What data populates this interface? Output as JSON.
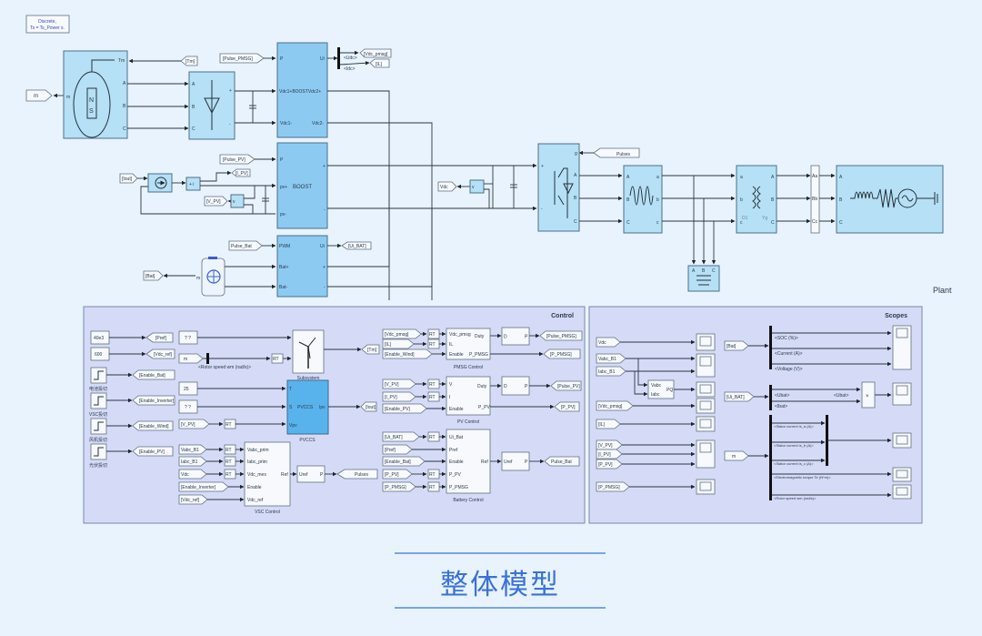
{
  "diagram": {
    "solver_block": {
      "line1": "Discrete,",
      "line2": "Ts = Ts_Power s."
    },
    "plant_label": "Plant",
    "pmsg": {
      "ports": {
        "tm": "Tm",
        "a": "A",
        "b": "B",
        "c": "C",
        "m": "m"
      },
      "tm_from": "[Tm]",
      "m_goto": "m"
    },
    "rectifier": {
      "ports": {
        "a": "A",
        "b": "B",
        "c": "C",
        "plus": "+",
        "minus": "-"
      }
    },
    "boost_pmsg": {
      "title": "Vdc1+BOOSTVdc2+",
      "ports": {
        "p": "P",
        "ui": "Ui",
        "vdc1m": "Vdc1-",
        "vdc2m": "Vdc2-"
      },
      "pulse_from": "[Pulse_PMSG]",
      "bus_out": {
        "udc": "<Udc>",
        "idc": "<Idc>"
      },
      "goto_vdc": "[Vdc_pmsg]",
      "goto_il": "[IL]"
    },
    "boost_pv": {
      "title": "BOOST",
      "ports": {
        "p": "P",
        "pvp": "pv+",
        "pvm": "pv-",
        "plus": "+",
        "minus": "-"
      },
      "pulse_from": "[Pulse_PV]",
      "iout_from": "[Iout]",
      "ipv_goto": "[I_PV]",
      "vpv_goto": "[V_PV]"
    },
    "battery_conv": {
      "ports": {
        "pwm": "PWM",
        "ui": "Ui",
        "batp": "Bat+",
        "batm": "Bat-",
        "plus": "+",
        "minus": "-"
      },
      "pulse_from": "Pulse_Bat",
      "ui_goto": "[Ui_BAT]",
      "bat_goto": "[Bat]",
      "battery_m": "m"
    },
    "dc_link": {
      "vdc_goto": "Vdc"
    },
    "inverter": {
      "pulses_from": "Pulses",
      "ports": {
        "g": "g",
        "a": "A",
        "b": "B",
        "c": "C",
        "plus": "+",
        "minus": "-"
      }
    },
    "filter": {
      "ports": {
        "a": "A",
        "b": "B",
        "c": "C",
        "oa": "a",
        "ob": "b",
        "oc": "c"
      }
    },
    "transformer": {
      "ports": {
        "a": "a",
        "b": "b",
        "c": "c",
        "oa": "A",
        "ob": "B",
        "oc": "C"
      },
      "primary": "D1",
      "secondary": "Yg"
    },
    "grid": {
      "ports": {
        "a": "A",
        "b": "B",
        "c": "C"
      }
    },
    "measurement": {
      "ports": {
        "a": "Aa",
        "b": "Bb",
        "c": "Cc"
      }
    },
    "load": {
      "ports": {
        "a": "A",
        "b": "B",
        "c": "C"
      }
    }
  },
  "control": {
    "title": "Control",
    "constants": {
      "pref": "40e3",
      "vdc_ref": "600",
      "temp": "25",
      "irr": "? ?",
      "wind": "? ?"
    },
    "gotos": {
      "pref": "[Pref]",
      "vdc_ref": "[Vdc_ref]",
      "en_bat": "[Enable_Bat]",
      "en_inv": "[Enable_Inverter]",
      "en_wind": "[Enable_Wind]",
      "en_pv": "[Enable_PV]"
    },
    "steps": [
      {
        "label": "电池投切"
      },
      {
        "label": "VSC投切"
      },
      {
        "label": "风机投切"
      },
      {
        "label": "光伏投切"
      }
    ],
    "m_from": "m",
    "rotor_speed_sel": "<Rotor speed wm (rad/s)>",
    "rt": "RT",
    "subsystem": {
      "label": "Subsystem",
      "tm_goto": "[Tm]"
    },
    "pvccs": {
      "label": "PVCCS",
      "title": "PVCCS",
      "ports": {
        "t": "T",
        "s": "S",
        "vpv": "Vpv",
        "ipv": "Ipv"
      },
      "vpv_from": "[V_PV]",
      "iout_goto": "[Iout]"
    },
    "vsc": {
      "label": "VSC Control",
      "inputs": [
        "Vabc_B1",
        "Iabc_B1",
        "Vdc",
        "[Enable_Inverter]",
        "[Vdc_ref]"
      ],
      "ports": [
        "Vabc_prim",
        "Iabc_prim",
        "Vdc_mes",
        "Enable",
        "Vdc_ref"
      ],
      "out": "Ref",
      "pwm": {
        "in": "Uref",
        "out": "P"
      },
      "goto": "Pulses"
    },
    "pmsg_ctrl": {
      "label": "PMSG Control",
      "inputs": [
        "[Vdc_pmsg]",
        "[IL]",
        "[Enable_Wind]"
      ],
      "ports": [
        "Vdc_pmsg",
        "IL",
        "Enable"
      ],
      "outs": [
        "Duty",
        "P_PMSG"
      ],
      "pwm": {
        "in": "D",
        "out": "P"
      },
      "gotos": [
        "[Pulse_PMSG]",
        "[P_PMSG]"
      ]
    },
    "pv_ctrl": {
      "label": "PV Control",
      "inputs": [
        "[V_PV]",
        "[I_PV]",
        "[Enable_PV]"
      ],
      "ports": [
        "V",
        "I",
        "Enable"
      ],
      "outs": [
        "Duty",
        "P_PV"
      ],
      "pwm": {
        "in": "D",
        "out": "P"
      },
      "gotos": [
        "[Pulse_PV]",
        "[P_PV]"
      ]
    },
    "bat_ctrl": {
      "label": "Battery Control",
      "inputs": [
        "[Ui_BAT]",
        "[Pref]",
        "[Enable_Bat]",
        "[P_PV]",
        "[P_PMSG]"
      ],
      "ports": [
        "Ui_Bat",
        "Pref",
        "Enable",
        "P_PV",
        "P_PMSG"
      ],
      "out": "Ref",
      "pwm": {
        "in": "Uref",
        "out": "P"
      },
      "goto": "Pulse_Bat"
    }
  },
  "scopes": {
    "title": "Scopes",
    "from_tags": [
      "Vdc",
      "Vabc_B1",
      "Iabc_B1",
      "[Vdc_pmsg]",
      "[IL]",
      "[V_PV]",
      "[I_PV]",
      "[P_PV]",
      "[P_PMSG]"
    ],
    "pq_block": {
      "in1": "Vabc",
      "in2": "Iabc",
      "out": "PQ"
    },
    "bat_from": "[Bat]",
    "bat_signals": [
      "<SOC (%)>",
      "<Current (A)>",
      "<Voltage (V)>"
    ],
    "uibat_from": "[Ui_BAT]",
    "uibat_signals": [
      "<Ubat>",
      "<Ibat>"
    ],
    "ubat_sel": "<Ubat>",
    "product": "×",
    "m_from": "m",
    "m_signals": [
      "<Stator current is_a (A)>",
      "<Stator current is_b (A)>",
      "<Stator current is_c (A)>",
      "<Electromagnetic torque Te (N*m)>",
      "<Rotor speed wm (rad/s)>"
    ]
  },
  "footer": {
    "title": "整体模型"
  }
}
